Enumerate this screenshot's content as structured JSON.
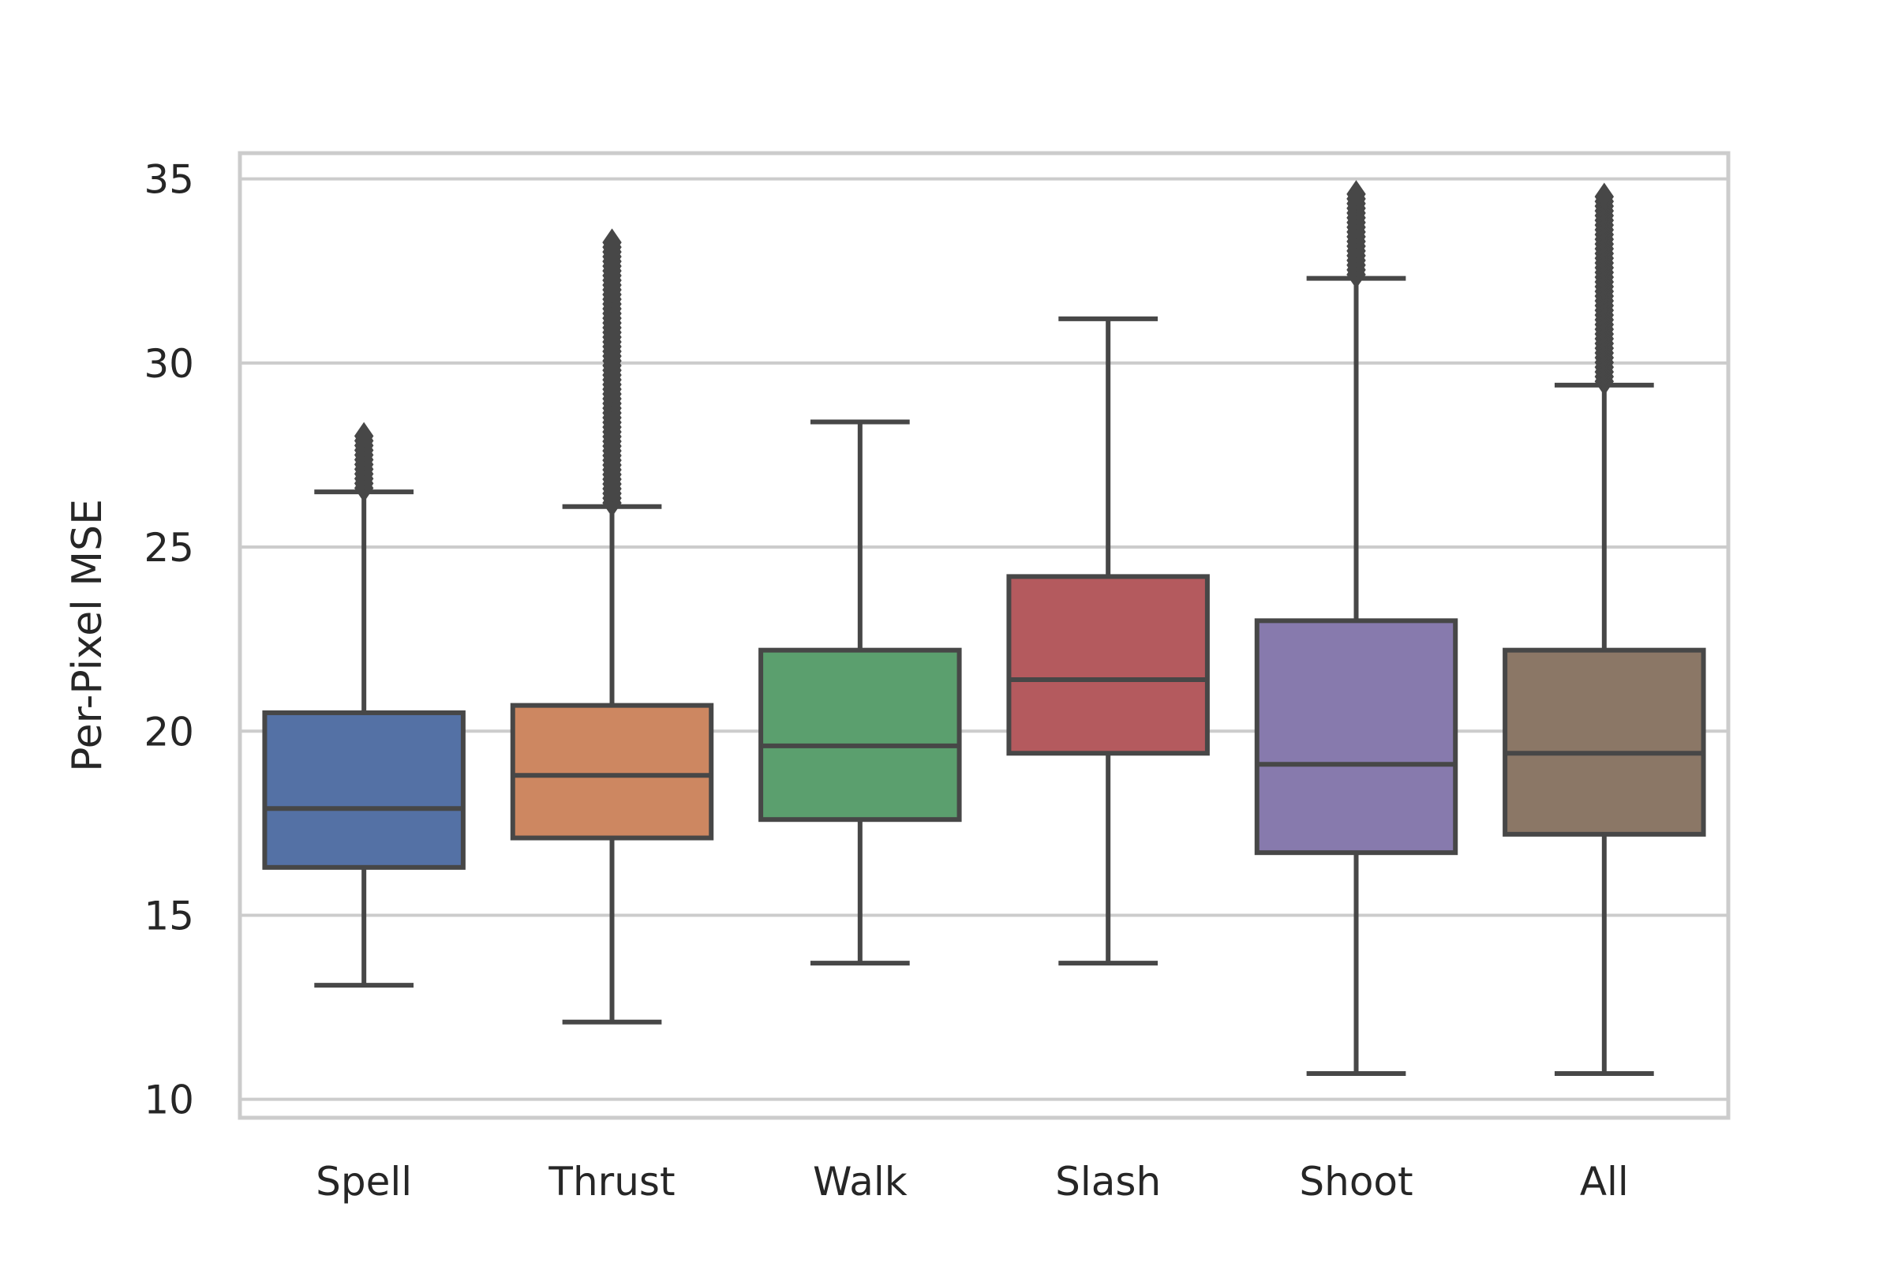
{
  "chart_data": {
    "type": "box",
    "title": "",
    "xlabel": "",
    "ylabel": "Per-Pixel MSE",
    "ylim": [
      9.5,
      35.7
    ],
    "yticks": [
      10,
      15,
      20,
      25,
      30,
      35
    ],
    "grid": true,
    "legend": "none",
    "categories": [
      "Spell",
      "Thrust",
      "Walk",
      "Slash",
      "Shoot",
      "All"
    ],
    "colors": [
      "#5471a5",
      "#cd8761",
      "#5b9f6e",
      "#b45a5e",
      "#877aad",
      "#8b7766"
    ],
    "boxes": [
      {
        "category": "Spell",
        "whisker_low": 13.1,
        "q1": 16.3,
        "median": 17.9,
        "q3": 20.5,
        "whisker_high": 26.5,
        "outliers_from": 26.6,
        "outliers_to": 28.1
      },
      {
        "category": "Thrust",
        "whisker_low": 12.1,
        "q1": 17.1,
        "median": 18.8,
        "q3": 20.7,
        "whisker_high": 26.1,
        "outliers_from": 26.2,
        "outliers_to": 33.3
      },
      {
        "category": "Walk",
        "whisker_low": 13.7,
        "q1": 17.6,
        "median": 19.6,
        "q3": 22.2,
        "whisker_high": 28.4,
        "outliers_from": null,
        "outliers_to": null
      },
      {
        "category": "Slash",
        "whisker_low": 13.7,
        "q1": 19.4,
        "median": 21.4,
        "q3": 24.2,
        "whisker_high": 31.2,
        "outliers_from": null,
        "outliers_to": null
      },
      {
        "category": "Shoot",
        "whisker_low": 10.7,
        "q1": 16.7,
        "median": 19.1,
        "q3": 23.0,
        "whisker_high": 32.3,
        "outliers_from": 32.4,
        "outliers_to": 34.6
      },
      {
        "category": "All",
        "whisker_low": 10.7,
        "q1": 17.2,
        "median": 19.4,
        "q3": 22.2,
        "whisker_high": 29.4,
        "outliers_from": 29.5,
        "outliers_to": 34.6
      }
    ]
  }
}
